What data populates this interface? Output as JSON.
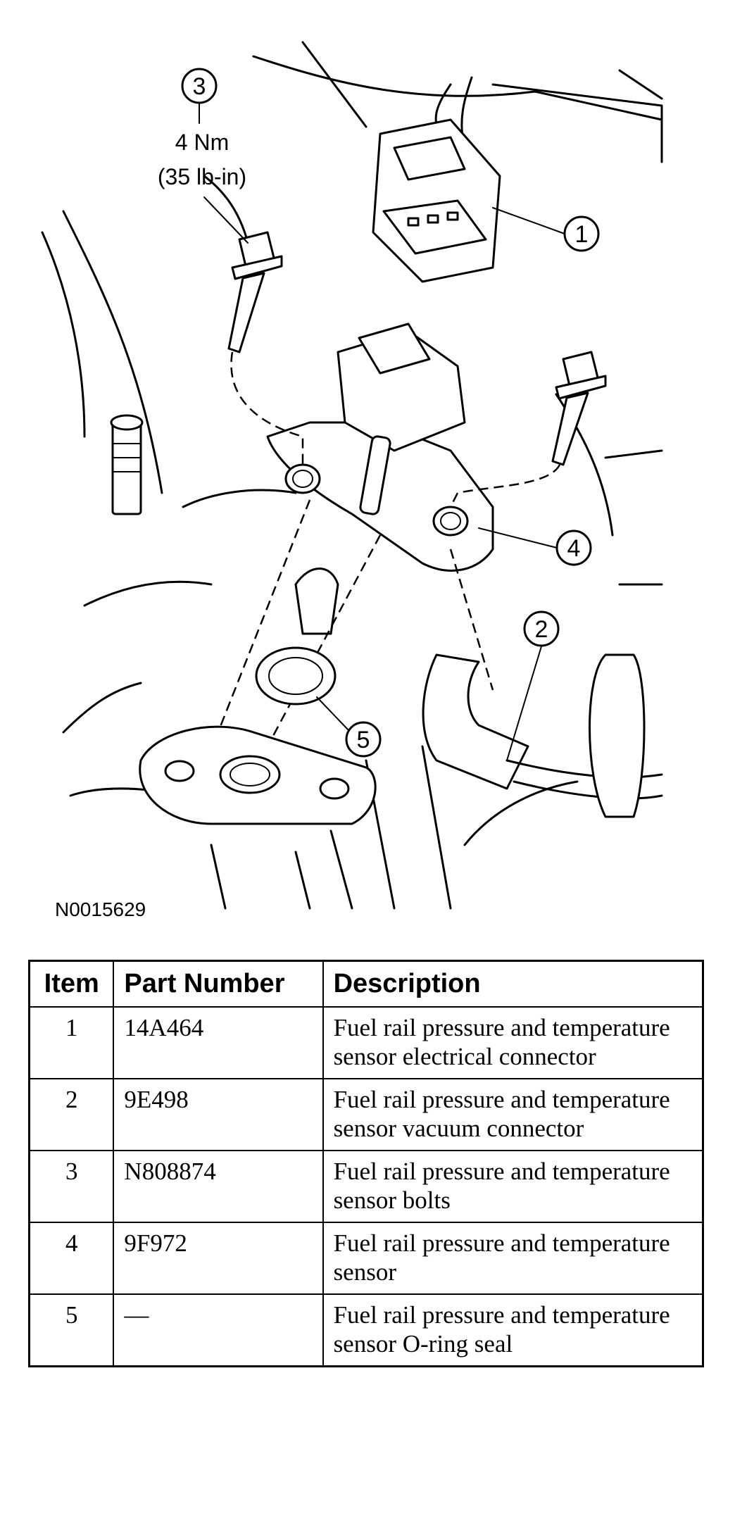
{
  "diagram": {
    "figure_id": "N0015629",
    "torque": {
      "item": "3",
      "line1": "4 Nm",
      "line2": "(35 lb-in)"
    },
    "callouts": [
      "1",
      "2",
      "3",
      "4",
      "5"
    ]
  },
  "table": {
    "headers": {
      "item": "Item",
      "part_number": "Part Number",
      "description": "Description"
    },
    "rows": [
      {
        "item": "1",
        "part_number": "14A464",
        "description": "Fuel rail pressure and temperature sensor electrical connector"
      },
      {
        "item": "2",
        "part_number": "9E498",
        "description": "Fuel rail pressure and temperature sensor vacuum connector"
      },
      {
        "item": "3",
        "part_number": "N808874",
        "description": "Fuel rail pressure and temperature sensor bolts"
      },
      {
        "item": "4",
        "part_number": "9F972",
        "description": "Fuel rail pressure and temperature sensor"
      },
      {
        "item": "5",
        "part_number": "—",
        "description": "Fuel rail pressure and temperature sensor O-ring seal"
      }
    ]
  }
}
